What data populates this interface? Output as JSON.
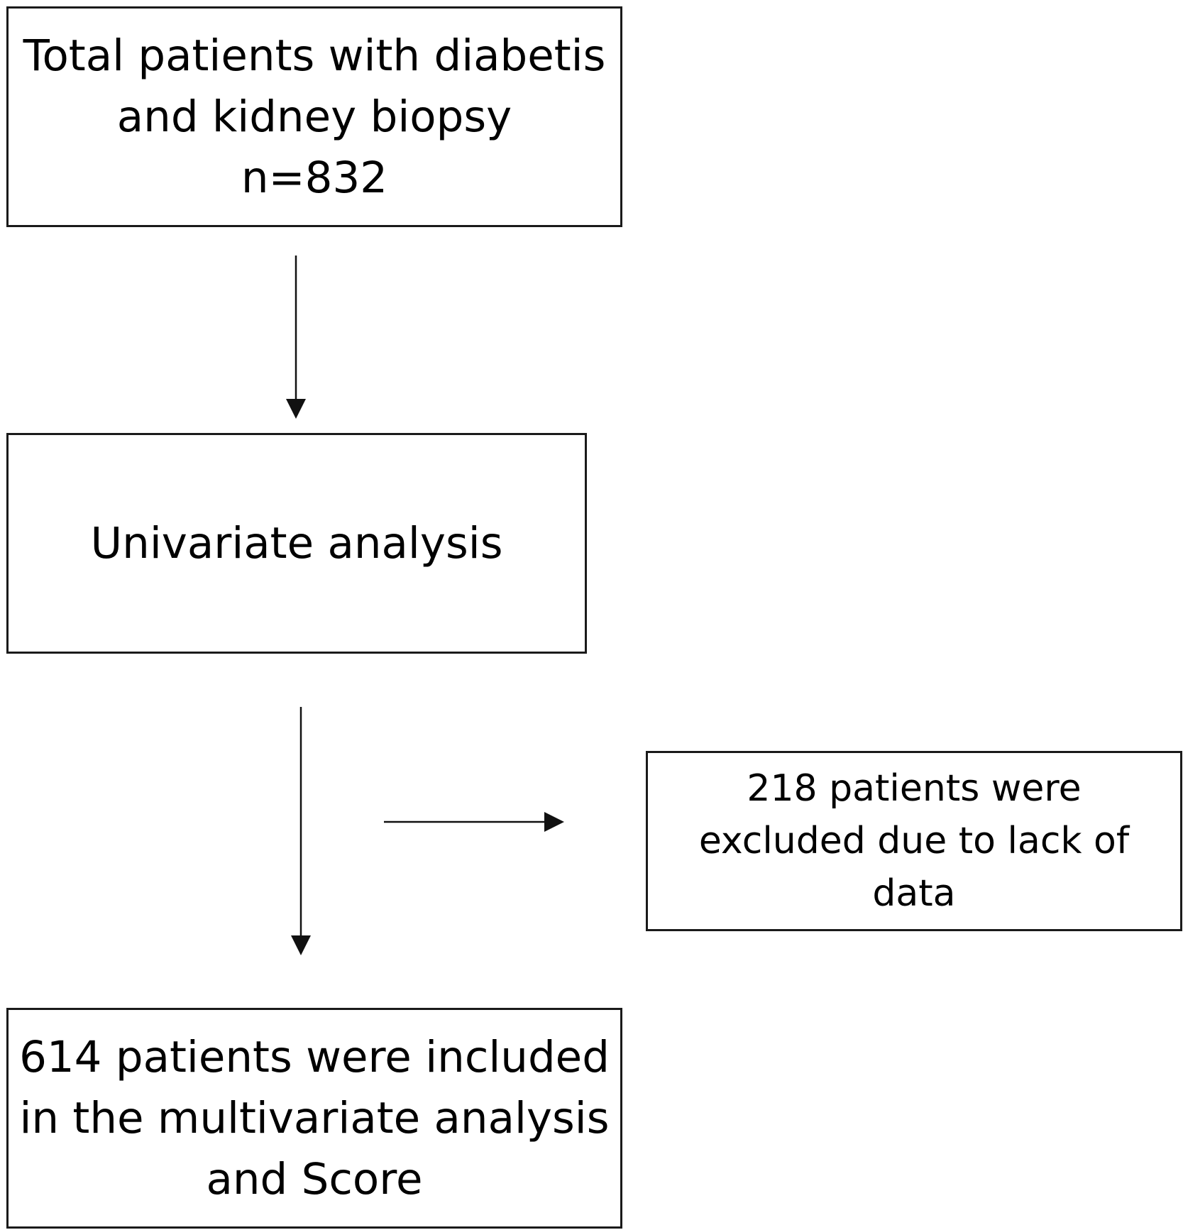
{
  "flowchart": {
    "total_box": {
      "lines": [
        "Total patients with diabetis",
        "and kidney biopsy",
        "n=832"
      ]
    },
    "univariate_box": {
      "lines": [
        "Univariate analysis"
      ]
    },
    "excluded_box": {
      "lines": [
        "218 patients were",
        "excluded due to lack of",
        "data"
      ]
    },
    "included_box": {
      "lines": [
        "614 patients were included",
        "in the multivariate analysis",
        "and Score"
      ]
    }
  }
}
